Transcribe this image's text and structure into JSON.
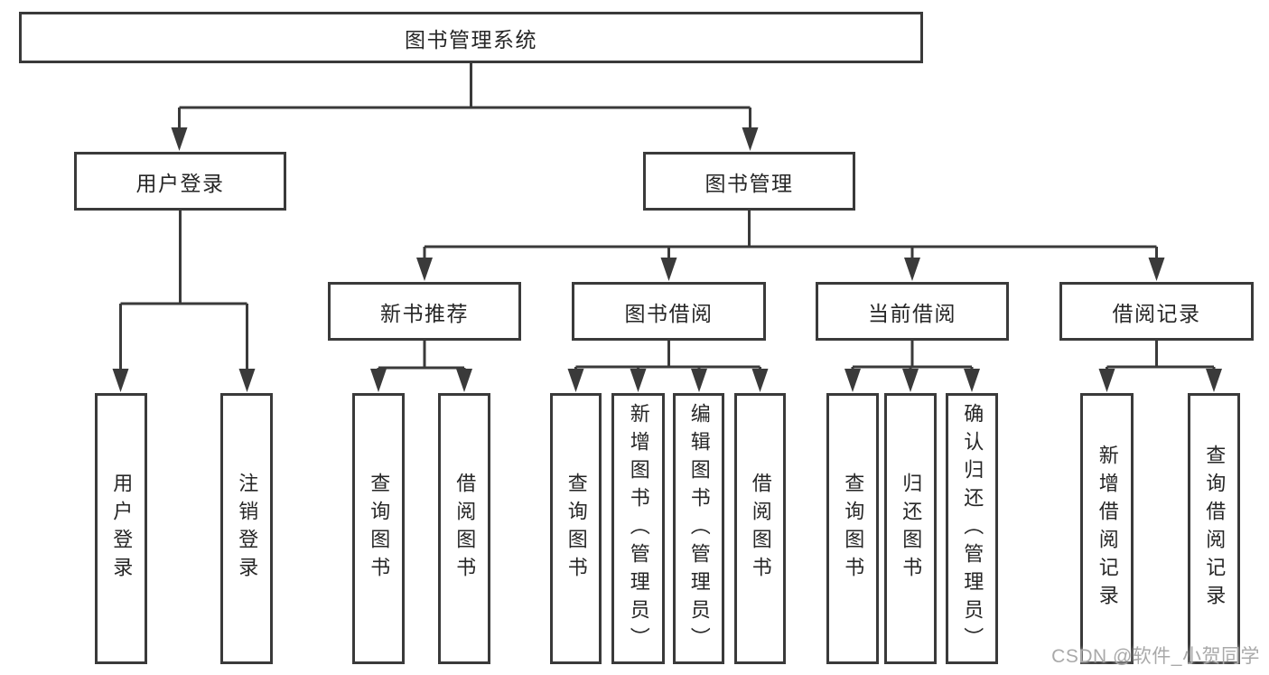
{
  "diagram": {
    "root": {
      "label": "图书管理系统"
    },
    "branches": [
      {
        "label": "用户登录",
        "children": [
          {
            "label": "用户登录"
          },
          {
            "label": "注销登录"
          }
        ]
      },
      {
        "label": "图书管理",
        "children": [
          {
            "label": "新书推荐",
            "children": [
              {
                "label": "查询图书"
              },
              {
                "label": "借阅图书"
              }
            ]
          },
          {
            "label": "图书借阅",
            "children": [
              {
                "label": "查询图书"
              },
              {
                "label": "新增图书（管理员）"
              },
              {
                "label": "编辑图书（管理员）"
              },
              {
                "label": "借阅图书"
              }
            ]
          },
          {
            "label": "当前借阅",
            "children": [
              {
                "label": "查询图书"
              },
              {
                "label": "归还图书"
              },
              {
                "label": "确认归还（管理员）"
              }
            ]
          },
          {
            "label": "借阅记录",
            "children": [
              {
                "label": "新增借阅记录"
              },
              {
                "label": "查询借阅记录"
              }
            ]
          }
        ]
      }
    ]
  },
  "watermark": {
    "text": "CSDN @软件_小贺同学"
  },
  "colors": {
    "line": "#3a3a3a",
    "text": "#262626",
    "watermark": "#a9a9a9",
    "background": "#ffffff"
  }
}
